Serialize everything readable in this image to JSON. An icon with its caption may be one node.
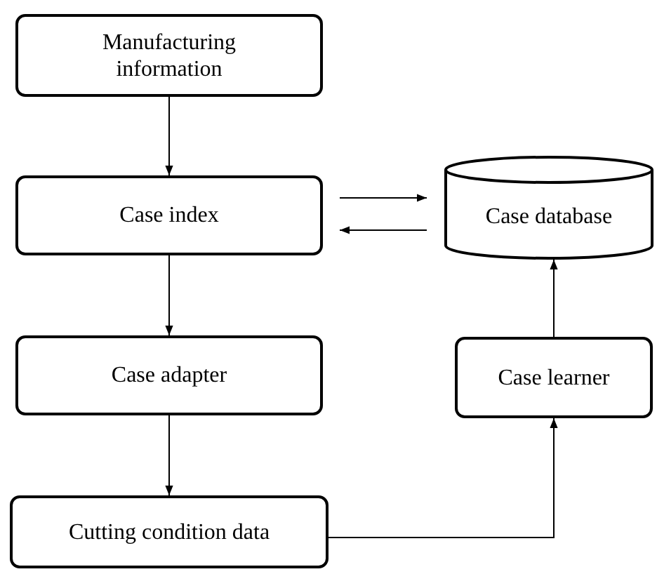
{
  "diagram": {
    "nodes": [
      {
        "text": [
          "Manufacturing information"
        ]
      },
      {
        "text": [
          "Case index"
        ]
      },
      {
        "text": [
          "Case database"
        ]
      },
      {
        "text": [
          "Case adapter"
        ]
      },
      {
        "text": [
          "Cutting condition data"
        ]
      },
      {
        "text": [
          "Case learner"
        ]
      }
    ],
    "edges": [
      {
        "from": 0,
        "to": 1,
        "arrow": "to"
      },
      {
        "from": 1,
        "to": 2,
        "arrow": "to"
      },
      {
        "from": 2,
        "to": 1,
        "arrow": "to"
      },
      {
        "from": 1,
        "to": 3,
        "arrow": "to"
      },
      {
        "from": 3,
        "to": 4,
        "arrow": "to"
      },
      {
        "from": 4,
        "to": 5,
        "arrow": "to"
      },
      {
        "from": 5,
        "to": 2,
        "arrow": "to"
      }
    ]
  }
}
